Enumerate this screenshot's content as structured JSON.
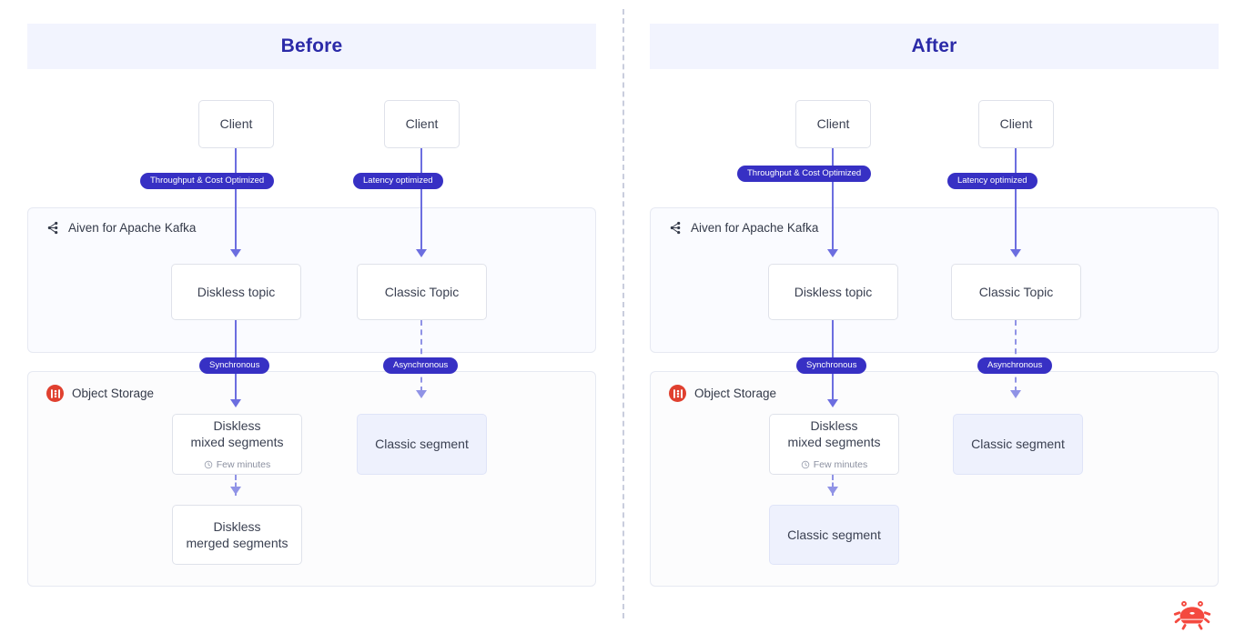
{
  "diagram": {
    "divider": "vertical-dashed-separator",
    "brand_mark": "crab-logo",
    "colors": {
      "accent_pill": "#3730c4",
      "title": "#2b2aa8",
      "header_band": "#f2f4fe",
      "solid_connector": "#6c6ee0",
      "dashed_connector": "#9093e6",
      "highlight_box": "#eef1fd",
      "kafka_region": "#fafbff",
      "storage_region": "#fcfcfd",
      "minio_red": "#e0402f",
      "crab_red": "#f4493f"
    }
  },
  "panels": [
    {
      "id": "before",
      "title": "Before",
      "clients": [
        {
          "label": "Client",
          "pill": "Throughput & Cost Optimized"
        },
        {
          "label": "Client",
          "pill": "Latency optimized"
        }
      ],
      "kafka_region": {
        "label": "Aiven for Apache Kafka",
        "icon": "kafka-icon",
        "nodes": [
          {
            "label": "Diskless topic",
            "highlight": false
          },
          {
            "label": "Classic Topic",
            "highlight": false
          }
        ],
        "out_pills": [
          "Synchronous",
          "Asynchronous"
        ]
      },
      "storage_region": {
        "label": "Object Storage",
        "icon": "minio-icon",
        "nodes": [
          {
            "label": "Diskless\nmixed segments",
            "sub": "Few minutes",
            "sub_icon": "clock-icon",
            "highlight": false
          },
          {
            "label": "Classic segment",
            "highlight": true
          },
          {
            "label": "Diskless\nmerged segments",
            "highlight": false
          }
        ]
      }
    },
    {
      "id": "after",
      "title": "After",
      "clients": [
        {
          "label": "Client",
          "pill": "Throughput & Cost Optimized"
        },
        {
          "label": "Client",
          "pill": "Latency optimized"
        }
      ],
      "kafka_region": {
        "label": "Aiven for Apache Kafka",
        "icon": "kafka-icon",
        "nodes": [
          {
            "label": "Diskless topic",
            "highlight": false
          },
          {
            "label": "Classic Topic",
            "highlight": false
          }
        ],
        "out_pills": [
          "Synchronous",
          "Asynchronous"
        ]
      },
      "storage_region": {
        "label": "Object Storage",
        "icon": "minio-icon",
        "nodes": [
          {
            "label": "Diskless\nmixed segments",
            "sub": "Few minutes",
            "sub_icon": "clock-icon",
            "highlight": false
          },
          {
            "label": "Classic segment",
            "highlight": true
          },
          {
            "label": "Classic segment",
            "highlight": true
          }
        ]
      }
    }
  ]
}
